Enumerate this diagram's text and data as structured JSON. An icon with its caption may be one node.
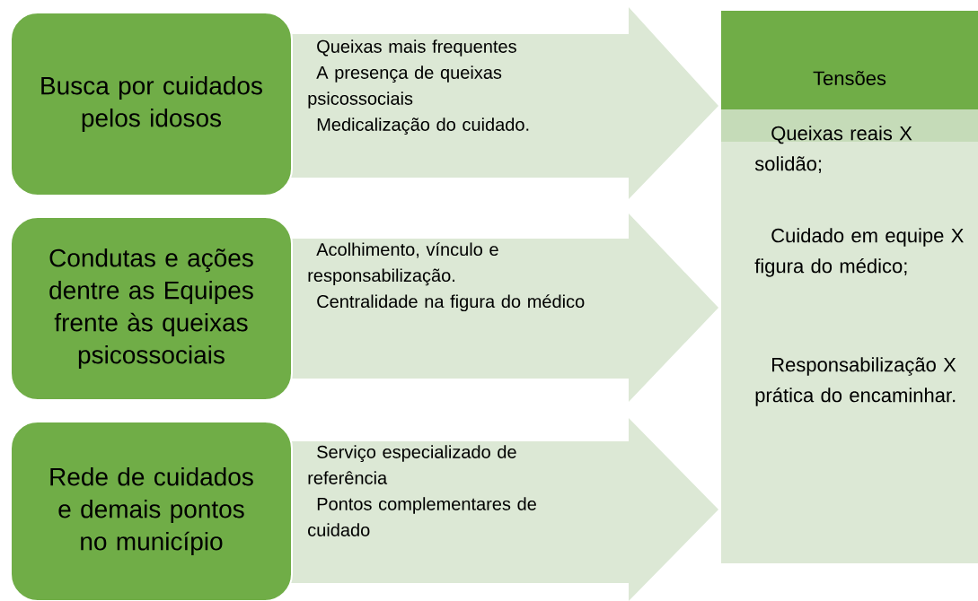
{
  "diagram": {
    "nodes": [
      {
        "text": [
          "Busca por cuidados pelos idosos"
        ]
      },
      {
        "text": [
          "Queixas mais frequentes",
          "A presença de queixas psicossociais",
          "Medicalização do cuidado."
        ]
      },
      {
        "text": [
          "Condutas e ações dentre as Equipes frente às queixas psicossociais"
        ]
      },
      {
        "text": [
          "Acolhimento, vínculo e responsabilização.",
          "Centralidade na figura do médico"
        ]
      },
      {
        "text": [
          "Rede de cuidados e demais pontos no município"
        ]
      },
      {
        "text": [
          "Serviço especializado de referência",
          "Pontos complementares de cuidado"
        ]
      },
      {
        "text": [
          "Tensões",
          "Queixas reais X solidão;",
          "Cuidado em equipe X figura do médico;",
          "Responsabilização X prática do encaminhar."
        ]
      }
    ]
  }
}
